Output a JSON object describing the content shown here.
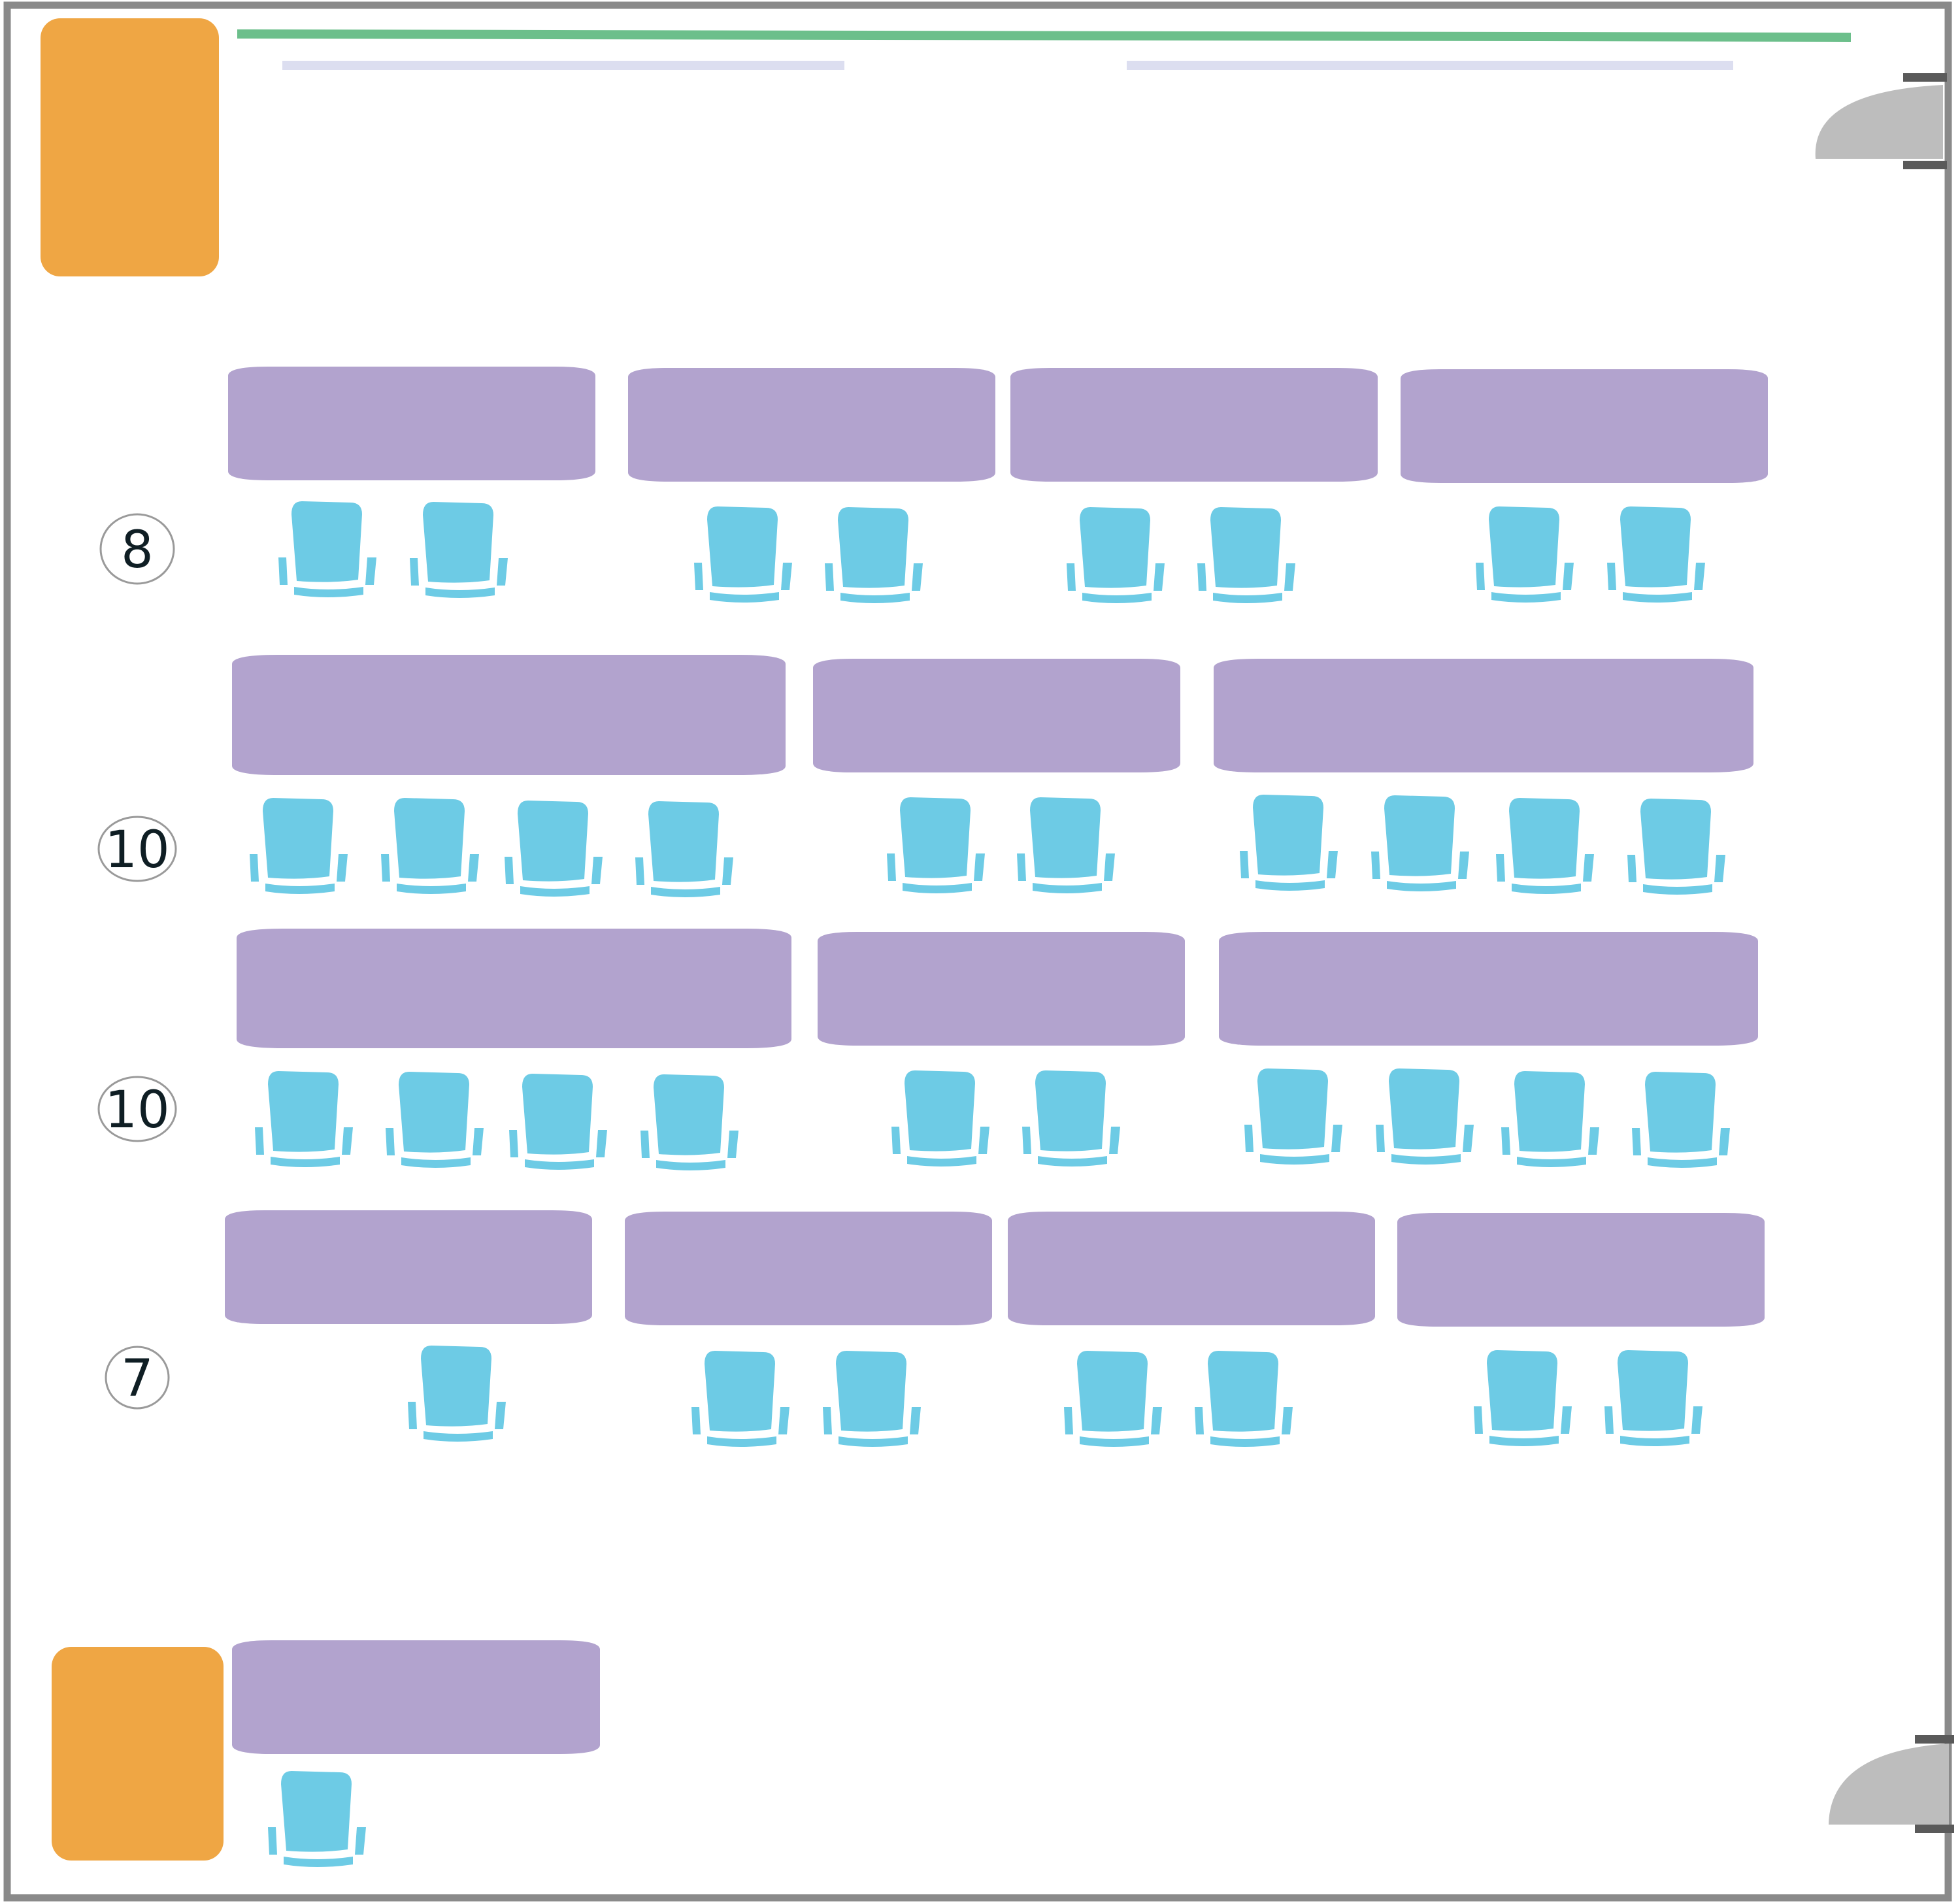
{
  "colors": {
    "wall": "#8a8a8a",
    "whiteboard": "#6cbf8b",
    "screen": "#dcdef0",
    "cabinet": "#efa644",
    "table": "#b2a3ce",
    "chair": "#6dcbe5",
    "door": "#bdbdbd",
    "door_frame": "#5a5a5a",
    "badge_border": "#9a9a9a",
    "badge_text": "#0f1e24"
  },
  "rows": [
    {
      "count_label": "8",
      "tables": 4,
      "chairs": 8
    },
    {
      "count_label": "10",
      "tables": 3,
      "chairs": 10
    },
    {
      "count_label": "10",
      "tables": 3,
      "chairs": 10
    },
    {
      "count_label": "7",
      "tables": 4,
      "chairs": 7
    }
  ],
  "teacher_area": {
    "tables": 1,
    "chairs": 1
  },
  "doors": 2,
  "cabinets": 2,
  "whiteboards": 1,
  "screens": 2
}
